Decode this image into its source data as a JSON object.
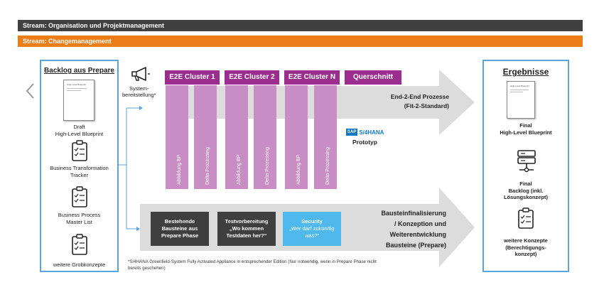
{
  "streams": [
    {
      "label": "Stream: Organisation und Projektmanagement",
      "color": "#404040"
    },
    {
      "label": "Stream: Changemanagement",
      "color": "#ED7D16"
    }
  ],
  "backlog": {
    "title": "Backlog aus Prepare",
    "items": [
      {
        "label": "Draft\nHigh-Level Blueprint",
        "icon": "document-thumbnail",
        "doc_title": "High-Level Blueprint"
      },
      {
        "label": "Business Transformation\nTracker",
        "icon": "checklist-icon"
      },
      {
        "label": "Business Process\nMaster List",
        "icon": "checklist-icon"
      },
      {
        "label": "weitere Grobkonzepte",
        "icon": "checklist-icon"
      }
    ]
  },
  "system": {
    "label": "System-\nbereitstellung*",
    "icon": "megaphone-icon"
  },
  "clusters": [
    {
      "title": "E2E Cluster 1",
      "columns": [
        "Abbildung BP",
        "Delta Prozessing"
      ]
    },
    {
      "title": "E2E Cluster 2",
      "columns": [
        "Abbildung BP",
        "Delta Prozessing"
      ]
    },
    {
      "title": "E2E Cluster N",
      "columns": [
        "Abbildung BP",
        "Delta Prozessing"
      ]
    },
    {
      "title": "Querschnitt",
      "columns": []
    }
  ],
  "top_arrow": {
    "line1": "End-2-End Prozesse",
    "line2": "(Fit-2-Standard)"
  },
  "sap": {
    "badge": "SAP",
    "product": "S/4HANA",
    "caption": "Prototyp"
  },
  "bottom_arrow": {
    "lines": [
      "Bausteinfinalisierung",
      "/ Konzeption und",
      "Weiterentwicklung",
      "Bausteine (Prepare)"
    ],
    "boxes": [
      {
        "text": "Bestehende\nBausteine aus\nPrepare Phase",
        "style": "dark"
      },
      {
        "text": "Testvorbereitung\n„Wo kommen\nTestdaten her?“",
        "style": "dark"
      },
      {
        "title": "Security",
        "text": "„Wer darf zukünftig\nwas?“",
        "style": "blue"
      }
    ]
  },
  "results": {
    "title": "Ergebnisse",
    "items": [
      {
        "label": "Final\nHigh-Level Blueprint",
        "icon": "document-thumbnail",
        "doc_title": "High-Level Blueprint"
      },
      {
        "label": "Final\nBacklog (inkl.\nLösungskonzept)",
        "icon": "server-icon"
      },
      {
        "label": "weitere Konzepte\n(Berechtigungs-\nkonzept)",
        "icon": "checklist-icon"
      }
    ]
  },
  "footnote": "*S/4HANA Greenfield-System Fully Activated Appliance in entsprechender Edition (Nur notwendig, wenn in Prepare Phase nicht bereits geschehen)",
  "colors": {
    "accent_purple": "#9B2D8E",
    "light_purple": "#C98DC6",
    "panel_border": "#5BA3D8",
    "arrow_gray": "#DCDCDC",
    "security_blue": "#4FB9EE"
  }
}
